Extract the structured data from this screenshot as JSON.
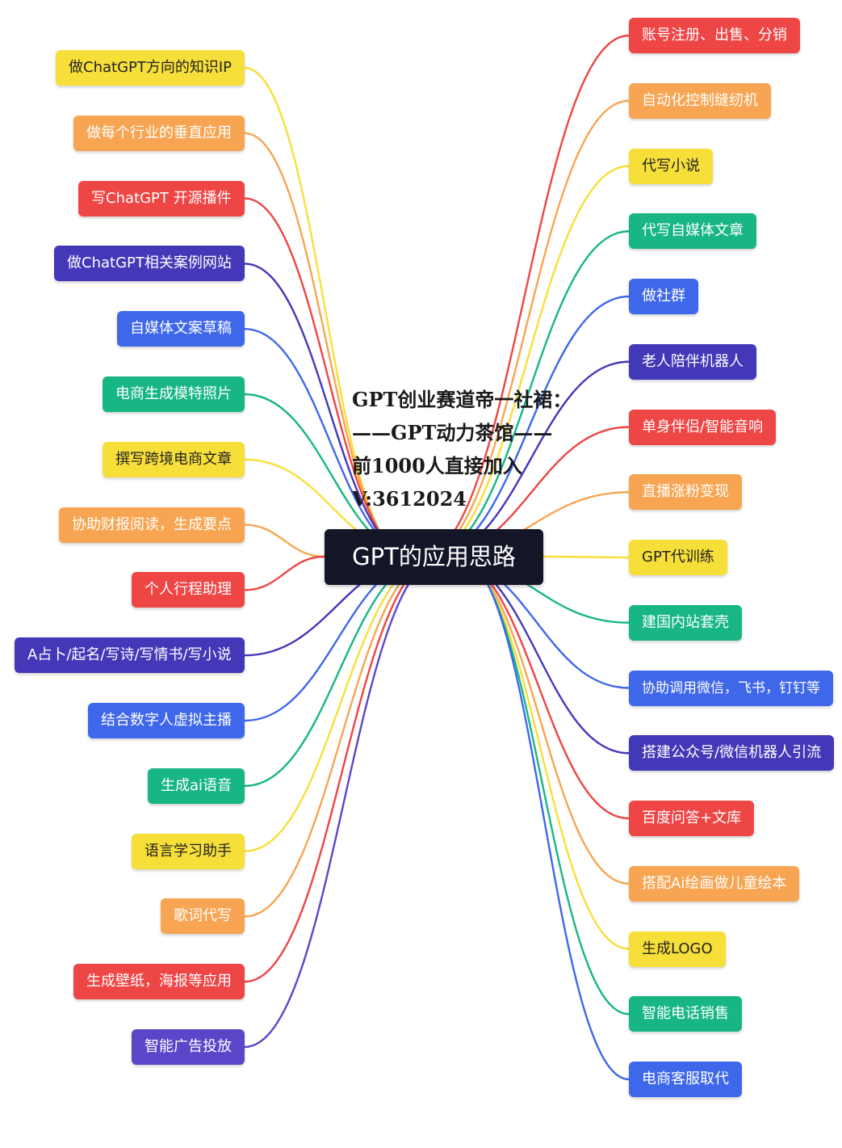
{
  "center": {
    "label": "GPT的应用思路"
  },
  "overlay_text": [
    "GPT创业赛道帝一社裙：",
    "——GPT动力茶馆——",
    "前1000人直接加入",
    "V:3612024"
  ],
  "colors": {
    "yellow": "#f7df3a",
    "orange": "#f7a552",
    "red": "#ee4545",
    "navy": "#4338b8",
    "blue": "#3f67ea",
    "green": "#17b684",
    "purple": "#5b46c9",
    "center": "#141628"
  },
  "left_nodes": [
    {
      "label": "做ChatGPT方向的知识IP",
      "color": "yellow"
    },
    {
      "label": "做每个行业的垂直应用",
      "color": "orange"
    },
    {
      "label": "写ChatGPT 开源播件",
      "color": "red"
    },
    {
      "label": "做ChatGPT相关案例网站",
      "color": "navy"
    },
    {
      "label": "自媒体文案草稿",
      "color": "blue"
    },
    {
      "label": "电商生成模特照片",
      "color": "green"
    },
    {
      "label": "撰写跨境电商文章",
      "color": "yellow"
    },
    {
      "label": "协助财报阅读，生成要点",
      "color": "orange"
    },
    {
      "label": "个人行程助理",
      "color": "red"
    },
    {
      "label": "A占卜/起名/写诗/写情书/写小说",
      "color": "navy"
    },
    {
      "label": "结合数字人虚拟主播",
      "color": "blue"
    },
    {
      "label": "生成ai语音",
      "color": "green"
    },
    {
      "label": "语言学习助手",
      "color": "yellow"
    },
    {
      "label": "歌词代写",
      "color": "orange"
    },
    {
      "label": "生成壁纸，海报等应用",
      "color": "red"
    },
    {
      "label": "智能广告投放",
      "color": "purple"
    }
  ],
  "right_nodes": [
    {
      "label": "账号注册、出售、分销",
      "color": "red"
    },
    {
      "label": "自动化控制缝纫机",
      "color": "orange"
    },
    {
      "label": "代写小说",
      "color": "yellow"
    },
    {
      "label": "代写自媒体文章",
      "color": "green"
    },
    {
      "label": "做社群",
      "color": "blue"
    },
    {
      "label": "老人陪伴机器人",
      "color": "navy"
    },
    {
      "label": "单身伴侣/智能音响",
      "color": "red"
    },
    {
      "label": "直播涨粉变现",
      "color": "orange"
    },
    {
      "label": "GPT代训练",
      "color": "yellow"
    },
    {
      "label": "建国内站套壳",
      "color": "green"
    },
    {
      "label": "协助调用微信，飞书，钉钉等",
      "color": "blue"
    },
    {
      "label": "搭建公众号/微信机器人引流",
      "color": "navy"
    },
    {
      "label": "百度问答+文库",
      "color": "red"
    },
    {
      "label": "搭配Ai绘画做儿童绘本",
      "color": "orange"
    },
    {
      "label": "生成LOGO",
      "color": "yellow"
    },
    {
      "label": "智能电话销售",
      "color": "green"
    },
    {
      "label": "电商客服取代",
      "color": "blue"
    }
  ]
}
